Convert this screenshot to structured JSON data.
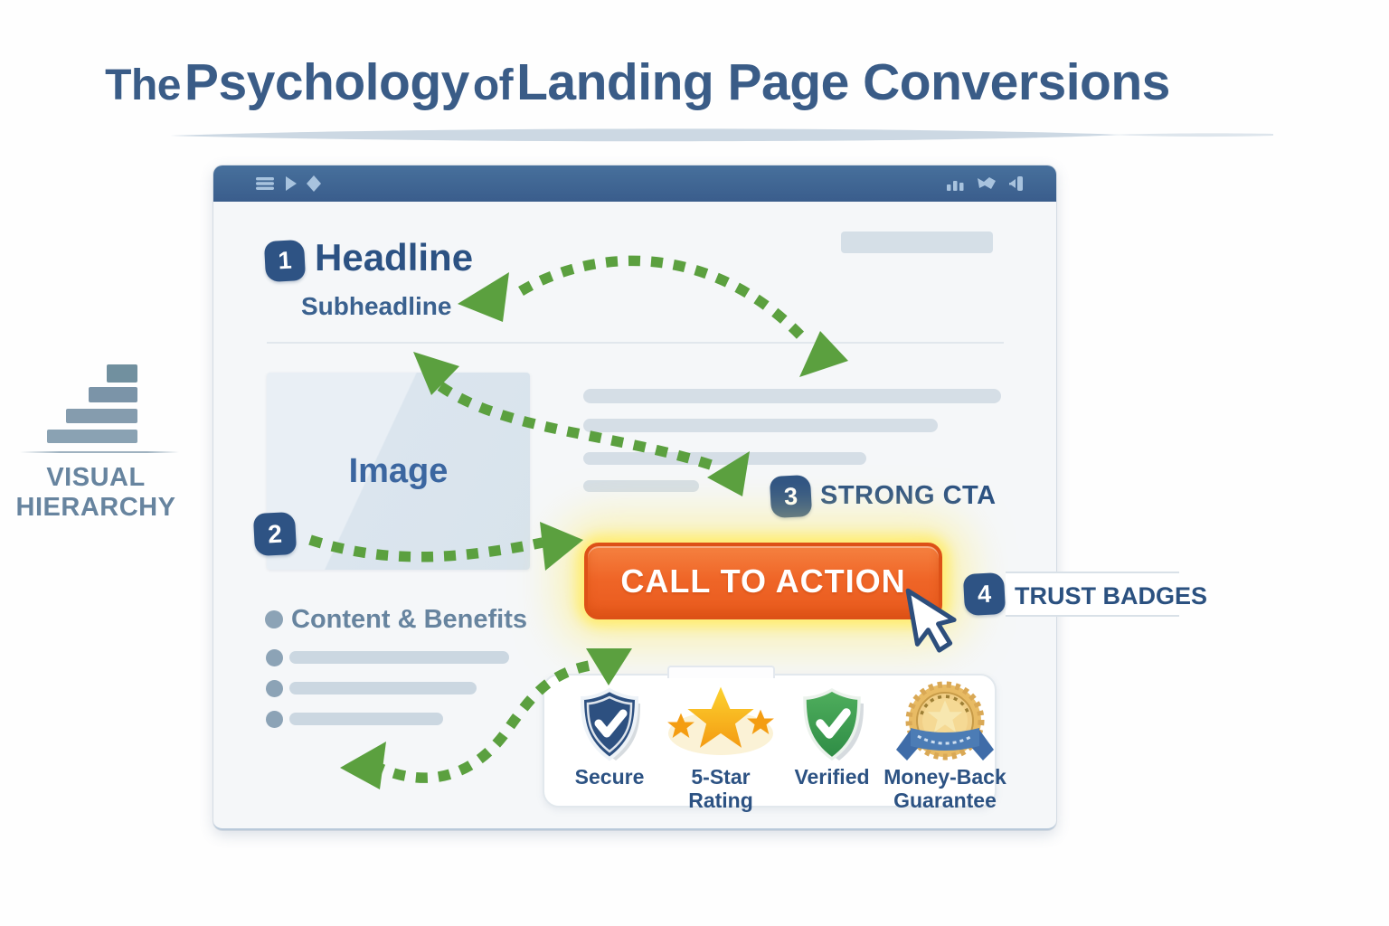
{
  "title": {
    "the": "The",
    "psychology": "Psychology",
    "of": "of",
    "rest": "Landing Page Conversions"
  },
  "sidebar": {
    "icon": "hierarchy-bars-icon",
    "label_line1": "VISUAL",
    "label_line2": "HIERARCHY"
  },
  "toolbar": {
    "left_icons": [
      "menu-icon",
      "play-icon",
      "diamond-icon"
    ],
    "right_icons": [
      "bar-chart-icon",
      "flag-icon",
      "share-icon"
    ]
  },
  "steps": [
    {
      "num": "1",
      "label": "Headline",
      "sublabel": "Subheadline"
    },
    {
      "num": "2",
      "label": "Image"
    },
    {
      "num": "3",
      "label": "STRONG CTA"
    },
    {
      "num": "4",
      "label": "TRUST BADGES"
    }
  ],
  "page": {
    "bullets_title": "Content & Benefits",
    "cta_label": "CALL TO ACTION"
  },
  "trust": {
    "items": [
      {
        "icon": "shield-check-blue-icon",
        "label": "Secure"
      },
      {
        "icon": "five-star-icon",
        "label": "5-Star Rating"
      },
      {
        "icon": "shield-check-green-icon",
        "label": "Verified"
      },
      {
        "icon": "medal-ribbon-icon",
        "label": "Money-Back Guarantee"
      }
    ]
  },
  "colors": {
    "accent_green": "#5ba03f",
    "cta_orange": "#ee6223",
    "cta_border": "#dd5117",
    "badge_blue": "#2e5384",
    "title_blue": "#3a5c87",
    "glow_yellow": "#ffe96a",
    "chrome_blue": "#3e628f",
    "slate_text": "#67849f"
  }
}
